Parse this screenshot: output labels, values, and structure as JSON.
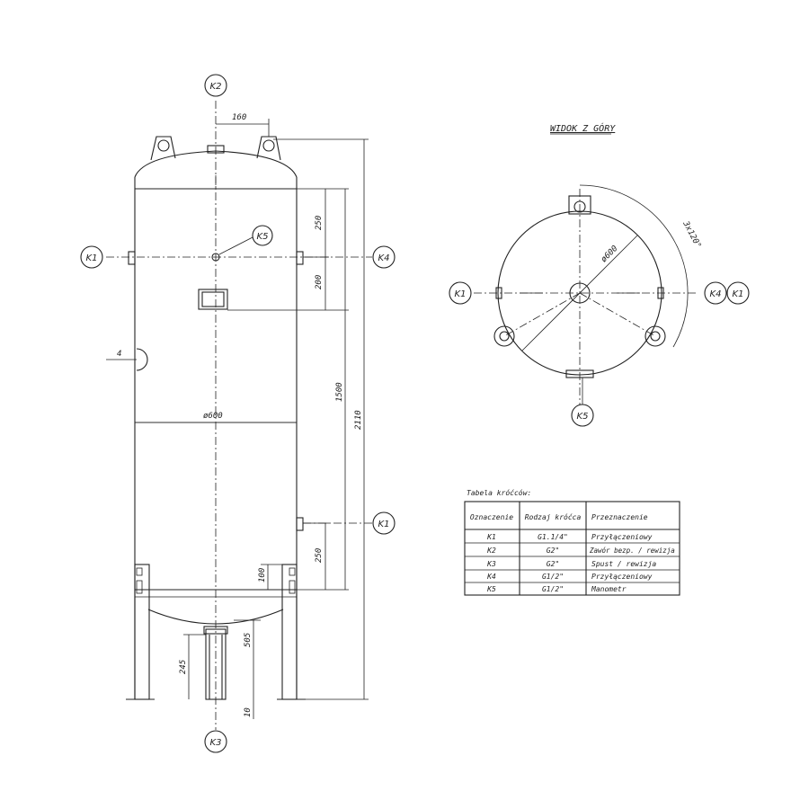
{
  "labels": {
    "k1": "K1",
    "k2": "K2",
    "k3": "K3",
    "k4": "K4",
    "k5": "K5"
  },
  "front_view": {
    "dim_top_offset": "160",
    "dim_250_top": "250",
    "dim_200": "200",
    "dim_1500": "1500",
    "dim_2110": "2110",
    "dim_250_bottom": "250",
    "dim_100": "100",
    "dim_505": "505",
    "dim_245": "245",
    "dim_10": "10",
    "diameter": "ø600",
    "weld_note": "4"
  },
  "top_view": {
    "title": "WIDOK Z GÓRY",
    "diameter": "ø600",
    "angle": "3x120°"
  },
  "table": {
    "caption": "Tabela króćców:",
    "headers": [
      "Oznaczenie",
      "Rodzaj króćca",
      "Przeznaczenie"
    ],
    "rows": [
      [
        "K1",
        "G1.1/4\"",
        "Przyłączeniowy"
      ],
      [
        "K2",
        "G2\"",
        "Zawór bezp. / rewizja"
      ],
      [
        "K3",
        "G2\"",
        "Spust / rewizja"
      ],
      [
        "K4",
        "G1/2\"",
        "Przyłączeniowy"
      ],
      [
        "K5",
        "G1/2\"",
        "Manometr"
      ]
    ]
  }
}
